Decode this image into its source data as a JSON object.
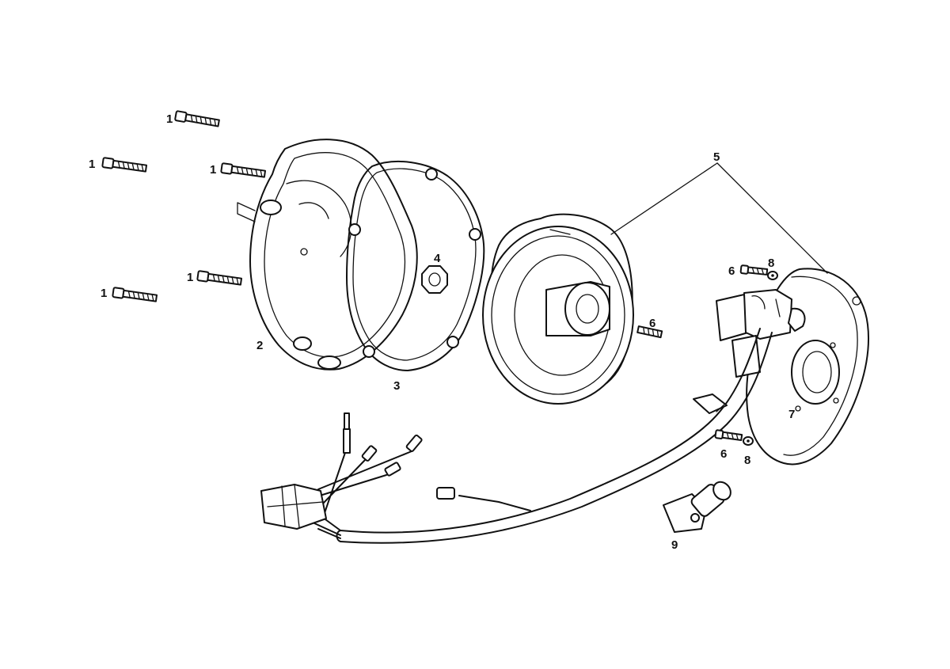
{
  "callouts": {
    "c1a": "1",
    "c1b": "1",
    "c1c": "1",
    "c1d": "1",
    "c1e": "1",
    "c2": "2",
    "c3": "3",
    "c4": "4",
    "c5": "5",
    "c6a": "6",
    "c6b": "6",
    "c6c": "6",
    "c7": "7",
    "c8a": "8",
    "c8b": "8",
    "c9": "9"
  }
}
